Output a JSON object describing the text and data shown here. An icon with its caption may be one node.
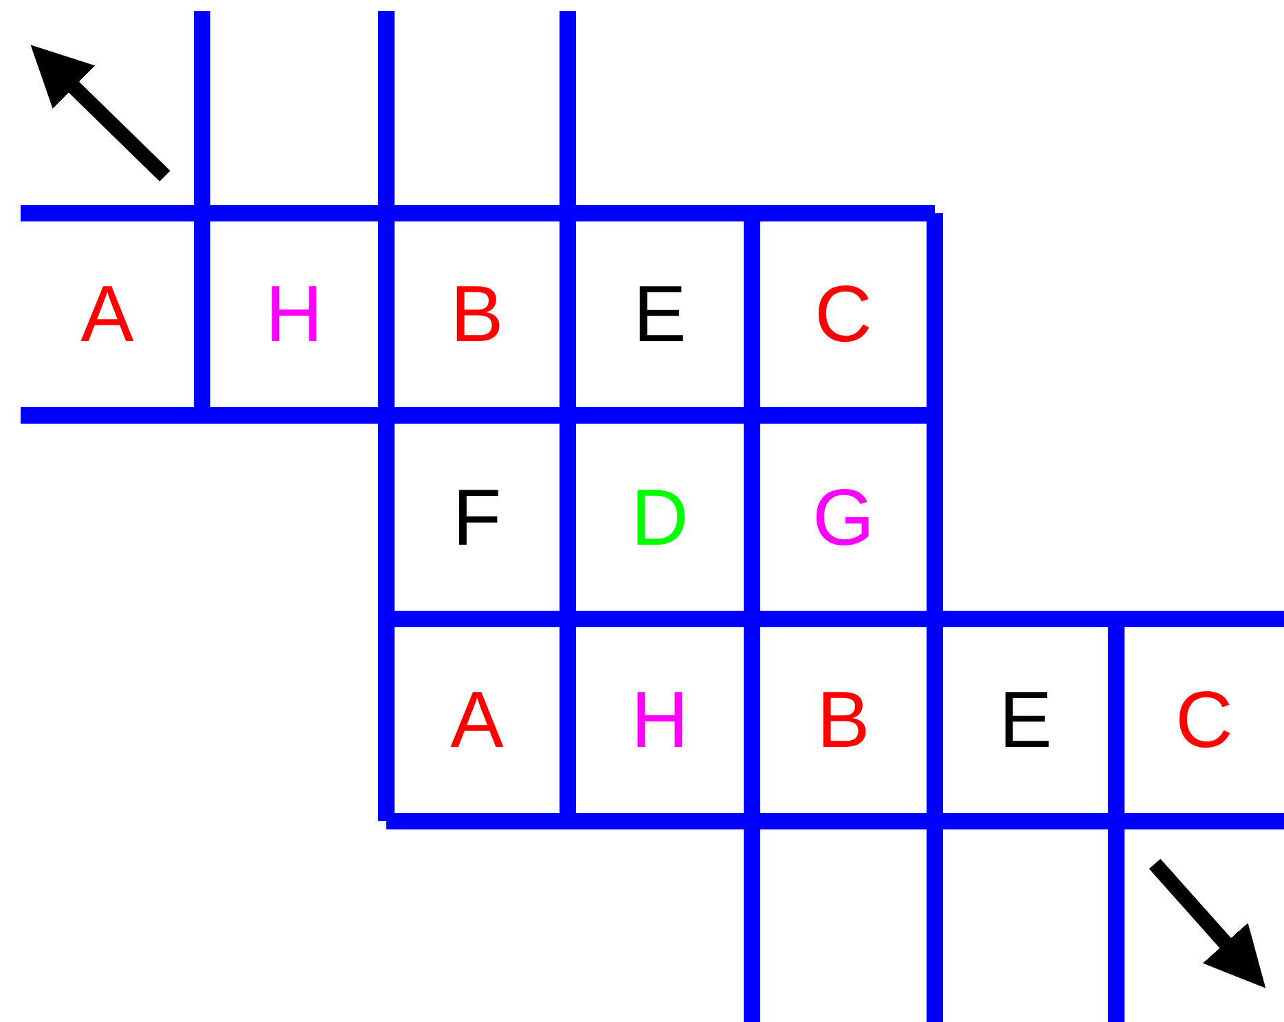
{
  "diagram": {
    "nodes": [
      {
        "text": [
          "A"
        ]
      },
      {
        "text": [
          "H"
        ]
      },
      {
        "text": [
          "B"
        ]
      },
      {
        "text": [
          "E"
        ]
      },
      {
        "text": [
          "C"
        ]
      },
      {
        "text": [
          "F"
        ]
      },
      {
        "text": [
          "D"
        ]
      },
      {
        "text": [
          "G"
        ]
      },
      {
        "text": [
          "A"
        ]
      },
      {
        "text": [
          "H"
        ]
      },
      {
        "text": [
          "B"
        ]
      },
      {
        "text": [
          "E"
        ]
      },
      {
        "text": [
          "C"
        ]
      }
    ]
  }
}
